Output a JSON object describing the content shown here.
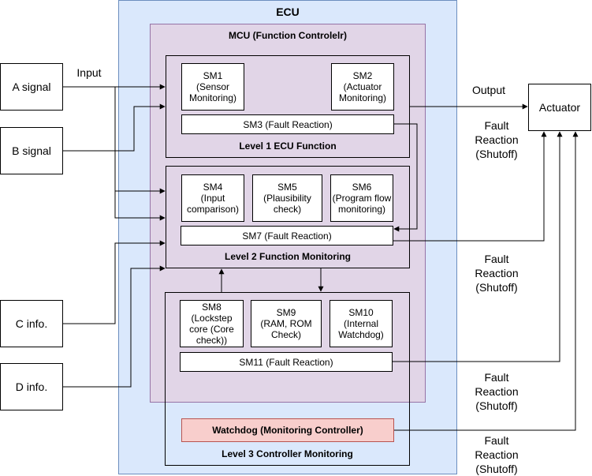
{
  "ecu": {
    "title": "ECU"
  },
  "mcu": {
    "title": "MCU (Function Controlelr)"
  },
  "inputs": {
    "a_signal": "A signal",
    "b_signal": "B signal",
    "c_info": "C info.",
    "d_info": "D info."
  },
  "labels": {
    "input": "Input",
    "output": "Output",
    "fault_reaction_1": [
      "Fault",
      "Reaction",
      "(Shutoff)"
    ],
    "fault_reaction_2": [
      "Fault",
      "Reaction",
      "(Shutoff)"
    ],
    "fault_reaction_3": [
      "Fault",
      "Reaction",
      "(Shutoff)"
    ],
    "fault_reaction_4": [
      "Fault",
      "Reaction",
      "(Shutoff)"
    ]
  },
  "actuator": "Actuator",
  "level1": {
    "title": "Level 1 ECU Function",
    "sm1": [
      "SM1",
      "(Sensor",
      "Monitoring)"
    ],
    "sm2": [
      "SM2",
      "(Actuator",
      "Monitoring)"
    ],
    "sm3": "SM3 (Fault Reaction)"
  },
  "level2": {
    "title": "Level 2 Function Monitoring",
    "sm4": [
      "SM4",
      "(Input",
      "comparison)"
    ],
    "sm5": [
      "SM5",
      "(Plausibility",
      "check)"
    ],
    "sm6": [
      "SM6",
      "(Program flow",
      "monitoring)"
    ],
    "sm7": "SM7 (Fault Reaction)"
  },
  "level3": {
    "title": "Level 3 Controller Monitoring",
    "sm8": [
      "SM8",
      "(Lockstep",
      "core (Core",
      "check))"
    ],
    "sm9": [
      "SM9",
      "(RAM, ROM",
      "Check)"
    ],
    "sm10": [
      "SM10",
      "(Internal",
      "Watchdog)"
    ],
    "sm11": "SM11 (Fault Reaction)",
    "watchdog": "Watchdog (Monitoring Controller)"
  },
  "colors": {
    "ecu_fill": "#dae8fc",
    "mcu_fill": "#e1d5e7",
    "watchdog_fill": "#f8cecc"
  }
}
